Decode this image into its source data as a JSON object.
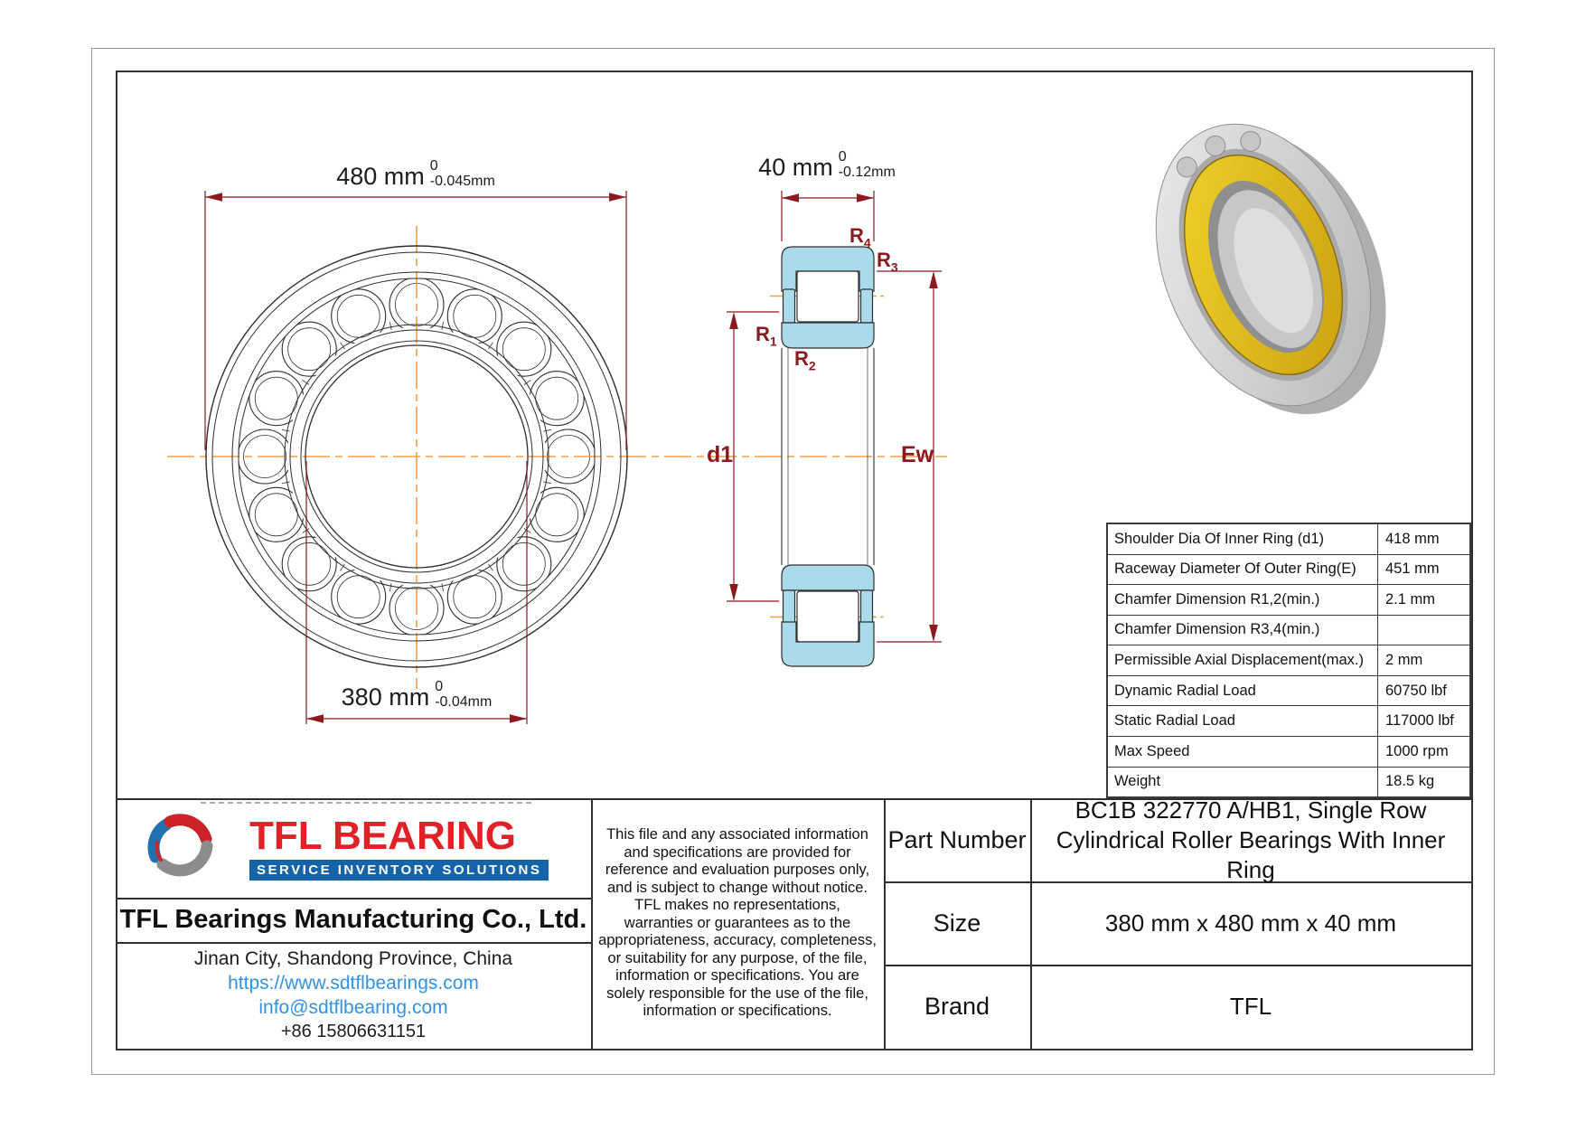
{
  "colors": {
    "dimension_red": "#8a1a1e",
    "centerline_orange": "#eca24e",
    "section_fill_blue": "#aadbeb",
    "logo_red": "#e02127",
    "tagline_blue": "#1563a8",
    "link_blue": "#3391e3",
    "cage_gold": "#e3b91f"
  },
  "dims": {
    "outer": {
      "value": "480 mm",
      "tol_upper": "0",
      "tol_lower": "-0.045mm"
    },
    "bore": {
      "value": "380 mm",
      "tol_upper": "0",
      "tol_lower": "-0.04mm"
    },
    "width": {
      "value": "40 mm",
      "tol_upper": "0",
      "tol_lower": "-0.12mm"
    }
  },
  "labels": {
    "d1": "d1",
    "ew": "Ew",
    "r1": {
      "base": "R",
      "sub": "1"
    },
    "r2": {
      "base": "R",
      "sub": "2"
    },
    "r3": {
      "base": "R",
      "sub": "3"
    },
    "r4": {
      "base": "R",
      "sub": "4"
    }
  },
  "spec_table": {
    "rows": [
      {
        "label": "Shoulder Dia Of Inner Ring (d1)",
        "value": "418 mm"
      },
      {
        "label": "Raceway Diameter Of Outer Ring(E)",
        "value": "451 mm"
      },
      {
        "label": "Chamfer Dimension R1,2(min.)",
        "value": "2.1 mm"
      },
      {
        "label": "Chamfer Dimension R3,4(min.)",
        "value": ""
      },
      {
        "label": "Permissible Axial Displacement(max.)",
        "value": "2 mm"
      },
      {
        "label": "Dynamic Radial Load",
        "value": "60750 lbf"
      },
      {
        "label": "Static Radial Load",
        "value": "117000 lbf"
      },
      {
        "label": "Max Speed",
        "value": "1000 rpm"
      },
      {
        "label": "Weight",
        "value": "18.5 kg"
      }
    ]
  },
  "title_block": {
    "logo_title": "TFL BEARING",
    "logo_tagline": "SERVICE INVENTORY SOLUTIONS",
    "company": "TFL Bearings Manufacturing Co., Ltd.",
    "address": "Jinan City, Shandong Province, China",
    "website": "https://www.sdtflbearings.com",
    "email": "info@sdtflbearing.com",
    "phone": "+86 15806631151",
    "disclaimer": "This file and any associated information and specifications are provided for reference and evaluation purposes only, and is subject to change without notice. TFL makes no representations, warranties or guarantees as to the appropriateness, accuracy, completeness, or suitability for any purpose, of the file, information or specifications.  You are solely responsible for the use of the file, information or specifications."
  },
  "part_info": {
    "rows": [
      {
        "label": "Part Number",
        "value": "BC1B 322770 A/HB1, Single Row Cylindrical Roller Bearings With Inner Ring"
      },
      {
        "label": "Size",
        "value": "380 mm x 480 mm x 40 mm"
      },
      {
        "label": "Brand",
        "value": "TFL"
      }
    ]
  }
}
